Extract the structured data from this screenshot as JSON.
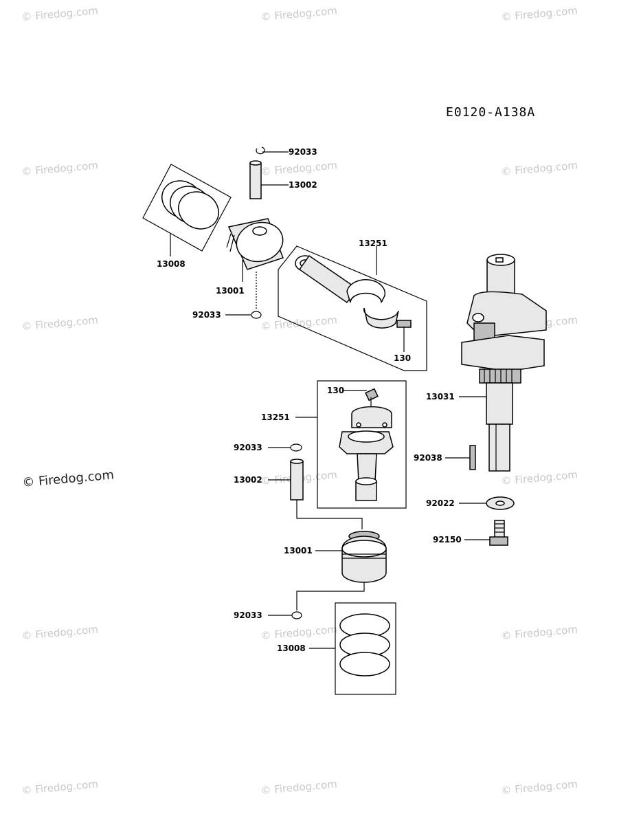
{
  "diagram_code": "E0120-A138A",
  "watermark": "© Firedog.com",
  "labels": {
    "l1": "92033",
    "l2": "13002",
    "l3": "13008",
    "l4": "13001",
    "l5": "92033",
    "l6": "13251",
    "l7": "130",
    "l8": "130",
    "l9": "13251",
    "l10": "92033",
    "l11": "13002",
    "l12": "13001",
    "l13": "92033",
    "l14": "13008",
    "l15": "13031",
    "l16": "92038",
    "l17": "92022",
    "l18": "92150"
  }
}
